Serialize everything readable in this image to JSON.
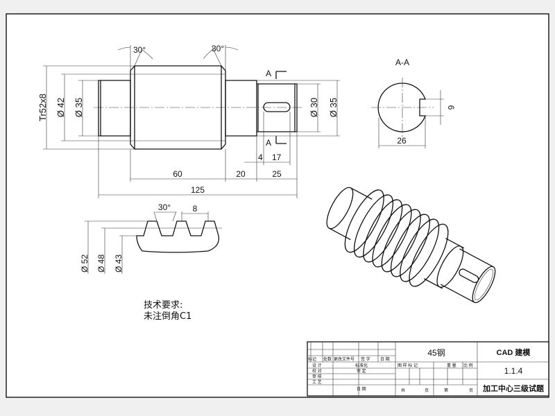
{
  "main_view": {
    "angle_left": "30°",
    "angle_right": "30°",
    "thread_spec": "Tr52x8",
    "dia_42": "Ø 42",
    "dia_35_left": "Ø 35",
    "dia_30": "Ø 30",
    "dia_35_right": "Ø 35",
    "section_mark_top": "A",
    "section_mark_bottom": "A",
    "dim_4": "4",
    "dim_17": "17",
    "dim_60": "60",
    "dim_20": "20",
    "dim_25": "25",
    "dim_125": "125"
  },
  "section_view": {
    "title": "A-A",
    "dim_width": "26",
    "dim_key": "6"
  },
  "thread_detail": {
    "angle": "30°",
    "pitch": "8",
    "dia_52": "Ø 52",
    "dia_48": "Ø 48",
    "dia_43": "Ø 43"
  },
  "tech_requirements": {
    "title": "技术要求:",
    "line1": "未注倒角C1"
  },
  "title_block": {
    "header": [
      "标记",
      "处数",
      "更改文件号",
      "签 字",
      "日 期"
    ],
    "rows": [
      "设 计",
      "校 对",
      "审 核",
      "工 艺"
    ],
    "standard": "标准化",
    "review": "审 定",
    "date": "日 期",
    "material": "45钢",
    "pattern_mark": "图 样 标 记",
    "weight": "重 量",
    "scale": "比 例",
    "total": "共",
    "page_unit": "页",
    "page_no": "第",
    "page_unit2": "页",
    "software": "CAD 建模",
    "drawing_no": "1.1.4",
    "exam": "加工中心三级试题"
  }
}
